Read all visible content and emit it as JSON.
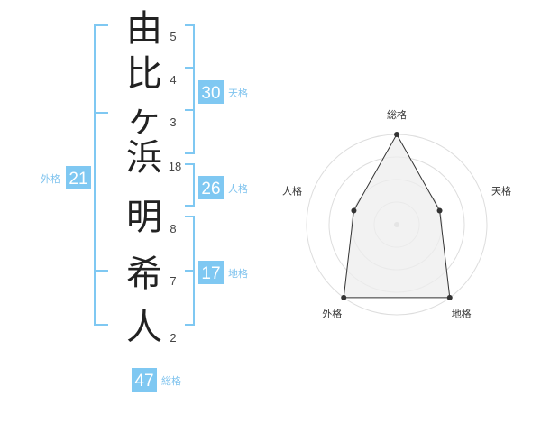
{
  "colors": {
    "accent": "#7fc8f2",
    "accent_text": "#7fc3ee",
    "radar_grid": "#dddddd",
    "radar_fill": "#eeeeee",
    "radar_line": "#333333"
  },
  "surname": [
    {
      "char": "由",
      "strokes": "5"
    },
    {
      "char": "比",
      "strokes": "4"
    },
    {
      "char": "ヶ",
      "strokes": "3"
    },
    {
      "char": "浜",
      "strokes": "18"
    }
  ],
  "given": [
    {
      "char": "明",
      "strokes": "8"
    },
    {
      "char": "希",
      "strokes": "7"
    },
    {
      "char": "人",
      "strokes": "2"
    }
  ],
  "kaku": {
    "tenkaku": {
      "value": "30",
      "label": "天格"
    },
    "jinkaku": {
      "value": "26",
      "label": "人格"
    },
    "chikaku": {
      "value": "17",
      "label": "地格"
    },
    "gaikaku": {
      "value": "21",
      "label": "外格"
    },
    "soukaku": {
      "value": "47",
      "label": "総格"
    }
  },
  "chart_data": {
    "type": "radar",
    "axes": [
      "総格",
      "天格",
      "地格",
      "外格",
      "人格"
    ],
    "rings": 4,
    "values": [
      4,
      2,
      4,
      4,
      2
    ]
  }
}
